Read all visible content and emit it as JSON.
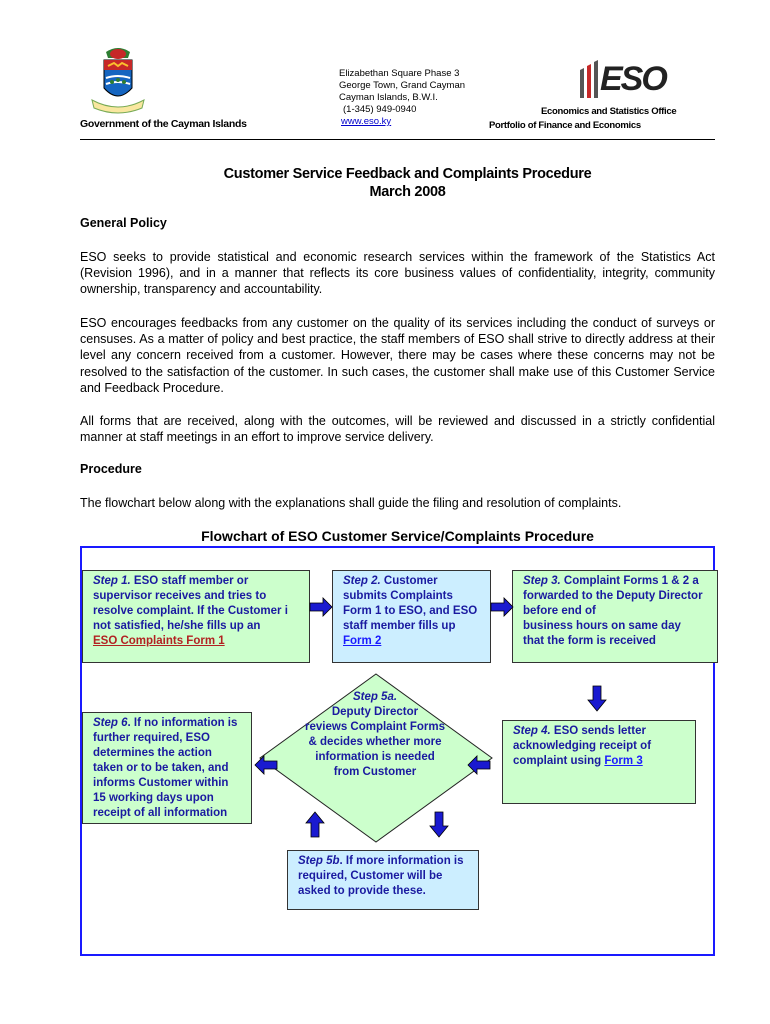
{
  "header": {
    "government": "Government of the Cayman Islands",
    "address_lines": [
      "Elizabethan Square Phase 3",
      "George Town, Grand Cayman",
      "Cayman Islands, B.W.I.",
      "(1-345) 949-0940"
    ],
    "website": "www.eso.ky",
    "logo_text": "ESO",
    "office": "Economics and Statistics Office",
    "portfolio": "Portfolio of Finance and Economics"
  },
  "title": {
    "line1": "Customer Service Feedback and Complaints Procedure",
    "line2": "March 2008"
  },
  "general_policy": {
    "heading": "General Policy",
    "p1": "ESO seeks to provide statistical and economic research services within the framework of the Statistics Act (Revision 1996), and in a manner that reflects its core business values of confidentiality, integrity, community ownership, transparency and accountability.",
    "p2": "ESO encourages feedbacks from any customer on the quality of its services including the conduct of surveys or censuses. As a matter of policy and best practice, the staff members of ESO shall strive to directly address at their level any concern received from a customer. However, there may be cases where these concerns may not be resolved to the satisfaction of the customer. In such cases, the customer shall make use of this Customer Service and Feedback Procedure.",
    "p3": "All forms that are received, along with the outcomes, will be reviewed and discussed in a strictly confidential manner at staff meetings in an effort to improve service delivery."
  },
  "procedure": {
    "heading": "Procedure",
    "p1": "The flowchart below along with the explanations shall guide the filing and resolution of complaints."
  },
  "flowchart": {
    "title": "Flowchart of ESO Customer Service/Complaints Procedure",
    "step1": {
      "label": "Step 1.",
      "lines": [
        " ESO staff member or",
        "supervisor receives and tries to",
        "resolve complaint.  If the Customer i",
        "not satisfied, he/she fills up an"
      ],
      "link": "ESO Complaints Form 1"
    },
    "step2": {
      "label": "Step 2.",
      "lines": [
        " Customer",
        "submits Complaints",
        "Form 1 to ESO, and ESO",
        "staff member fills up"
      ],
      "link": "Form 2"
    },
    "step3": {
      "label": "Step 3.",
      "lines": [
        " Complaint Forms 1 & 2 a",
        "forwarded to the Deputy Director",
        "before end of",
        "business hours on same day",
        "that the form is received"
      ]
    },
    "step4": {
      "label": "Step 4.",
      "lines": [
        " ESO sends letter",
        "acknowledging receipt of",
        "complaint using "
      ],
      "link": "Form 3"
    },
    "step5a": {
      "label": "Step 5a.",
      "lines": [
        "Deputy Director",
        "reviews Complaint Forms",
        "& decides whether more",
        "information is needed",
        "from Customer"
      ]
    },
    "step5b": {
      "label": "Step 5b",
      "lines": [
        ". If more information is",
        "required, Customer will be",
        "asked to provide these."
      ]
    },
    "step6": {
      "label": "Step 6",
      "lines": [
        ". If no information is",
        "further required, ESO",
        "determines the action",
        "taken or to be taken, and",
        "informs Customer within",
        "15 working days upon",
        "receipt of all information"
      ]
    }
  }
}
